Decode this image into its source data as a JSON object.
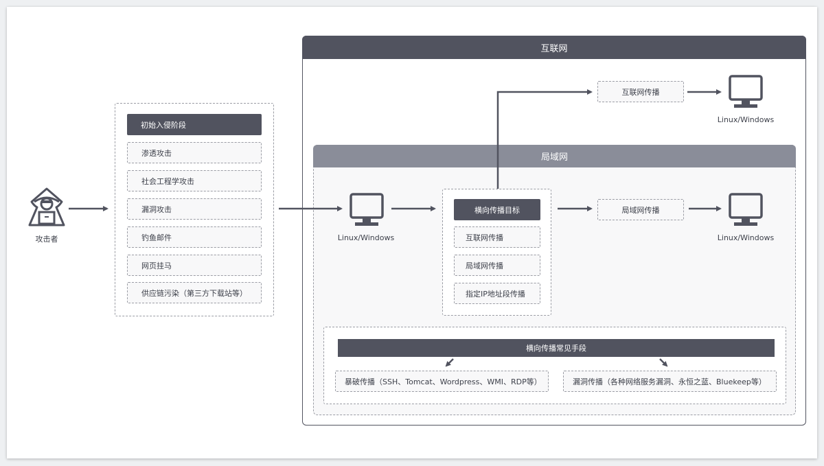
{
  "attacker": {
    "label": "攻击者",
    "icon": "hacker-icon"
  },
  "initial_stage": {
    "title": "初始入侵阶段",
    "items": [
      "渗透攻击",
      "社会工程学攻击",
      "漏洞攻击",
      "钓鱼邮件",
      "网页挂马",
      "供应链污染（第三方下载站等）"
    ]
  },
  "internet": {
    "title": "互联网",
    "spread_label": "互联网传播",
    "host_label": "Linux/Windows"
  },
  "lan": {
    "title": "局域网",
    "host_label": "Linux/Windows",
    "spread_label": "局域网传播",
    "target_host_label": "Linux/Windows"
  },
  "lateral_targets": {
    "title": "横向传播目标",
    "items": [
      "互联网传播",
      "局域网传播",
      "指定IP地址段传播"
    ]
  },
  "lateral_methods": {
    "title": "横向传播常见手段",
    "items": [
      "暴破传播（SSH、Tomcat、Wordpress、WMI、RDP等）",
      "漏洞传播（各种网络服务漏洞、永恒之蓝、Bluekeep等）"
    ]
  },
  "colors": {
    "dark": "#51535f",
    "lan_header": "#8a8d99",
    "line": "#51535f"
  }
}
